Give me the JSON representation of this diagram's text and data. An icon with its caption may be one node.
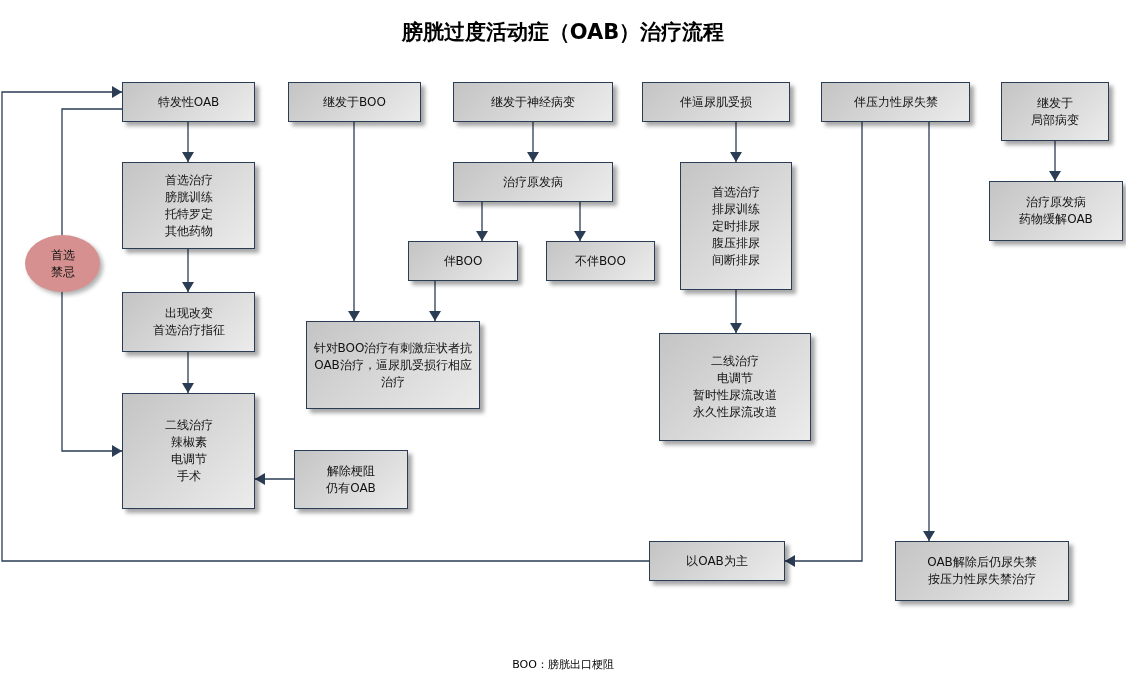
{
  "diagram": {
    "title": "膀胱过度活动症（OAB）治疗流程",
    "nodes": [
      {
        "text": [
          "特发性OAB"
        ]
      },
      {
        "text": [
          "继发于BOO"
        ]
      },
      {
        "text": [
          "继发于神经病变"
        ]
      },
      {
        "text": [
          "伴逼尿肌受损"
        ]
      },
      {
        "text": [
          "伴压力性尿失禁"
        ]
      },
      {
        "text": [
          "继发于",
          "局部病变"
        ]
      },
      {
        "text": [
          "首选治疗",
          "膀胱训练",
          "托特罗定",
          "其他药物"
        ]
      },
      {
        "text": [
          "治疗原发病"
        ]
      },
      {
        "text": [
          "首选治疗",
          "排尿训练",
          "定时排尿",
          "腹压排尿",
          "间断排尿"
        ]
      },
      {
        "text": [
          "治疗原发病",
          "药物缓解OAB"
        ]
      },
      {
        "text": [
          "首选",
          "禁忌"
        ]
      },
      {
        "text": [
          "伴BOO"
        ]
      },
      {
        "text": [
          "不伴BOO"
        ]
      },
      {
        "text": [
          "出现改变",
          "首选治疗指征"
        ]
      },
      {
        "text": [
          "针对BOO治疗有刺激症状者抗OAB治疗，逼尿肌受损行相应治疗"
        ]
      },
      {
        "text": [
          "二线治疗",
          "电调节",
          "暂时性尿流改道",
          "永久性尿流改道"
        ]
      },
      {
        "text": [
          "二线治疗",
          "辣椒素",
          "电调节",
          "手术"
        ]
      },
      {
        "text": [
          "解除梗阻",
          "仍有OAB"
        ]
      },
      {
        "text": [
          "以OAB为主"
        ]
      },
      {
        "text": [
          "OAB解除后仍尿失禁",
          "按压力性尿失禁治疗"
        ]
      }
    ],
    "edges": [
      {
        "from": 0,
        "to": 6,
        "arrow": "to"
      },
      {
        "from": 6,
        "to": 13,
        "arrow": "to"
      },
      {
        "from": 13,
        "to": 16,
        "arrow": "to"
      },
      {
        "from": 0,
        "to": 10,
        "arrow": "none"
      },
      {
        "from": 10,
        "to": 16,
        "arrow": "to"
      },
      {
        "from": 17,
        "to": 16,
        "arrow": "to"
      },
      {
        "from": 1,
        "to": 14,
        "arrow": "to"
      },
      {
        "from": 2,
        "to": 7,
        "arrow": "to"
      },
      {
        "from": 7,
        "to": 11,
        "arrow": "to"
      },
      {
        "from": 7,
        "to": 12,
        "arrow": "to"
      },
      {
        "from": 11,
        "to": 14,
        "arrow": "to"
      },
      {
        "from": 3,
        "to": 8,
        "arrow": "to"
      },
      {
        "from": 8,
        "to": 15,
        "arrow": "to"
      },
      {
        "from": 5,
        "to": 9,
        "arrow": "to"
      },
      {
        "from": 4,
        "to": 18,
        "arrow": "to"
      },
      {
        "from": 4,
        "to": 19,
        "arrow": "to"
      },
      {
        "from": 18,
        "to": 0,
        "arrow": "to"
      }
    ],
    "labels": [
      "BOO：膀胱出口梗阻"
    ]
  }
}
